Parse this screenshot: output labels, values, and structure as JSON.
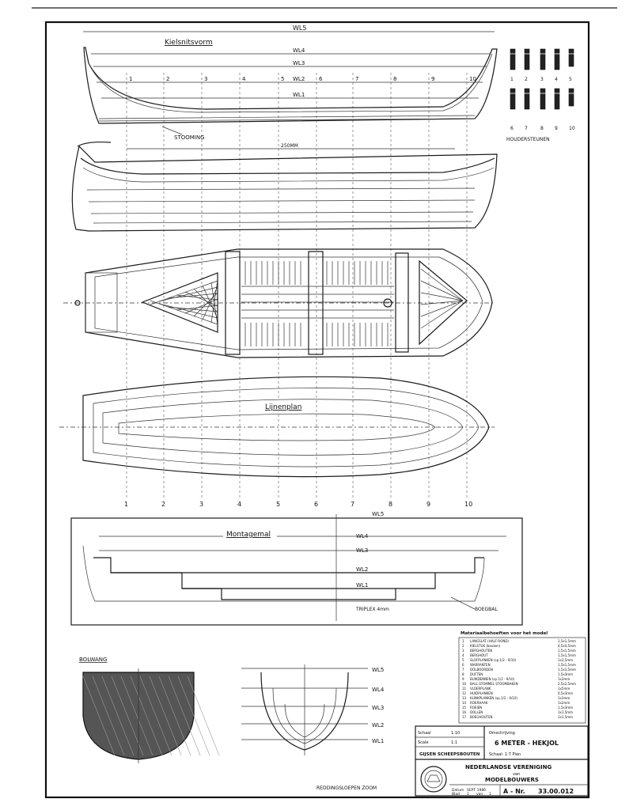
{
  "drawing": {
    "views": {
      "top_profile": {
        "label": "Kielsnitsvorm"
      },
      "side_view": {
        "label": "STOOMING",
        "dim_label": "250MM"
      },
      "lines_plan": {
        "label": "Lijnenplan"
      },
      "assembly": {
        "label": "Montagemal",
        "wood_label": "TRIPLEX 4mm",
        "keel_label": "BOEGBAL"
      },
      "section": {
        "label": "BOLWANG"
      }
    },
    "waterlines": [
      "WL5",
      "WL4",
      "WL3",
      "WL2",
      "WL1"
    ],
    "stations": [
      "1",
      "2",
      "3",
      "4",
      "5",
      "6",
      "7",
      "8",
      "9",
      "10"
    ],
    "hardware_label": "HOUDERSTEUNEN",
    "hardware_numbers": [
      "1",
      "2",
      "3",
      "4",
      "5",
      "6",
      "7",
      "8",
      "9",
      "10"
    ],
    "materials": {
      "title": "Materiaalbehoeften voor het model",
      "rows": [
        {
          "no": "1",
          "name": "LANGSLAT (HALF-ROND)",
          "size": "1,5x1,5mm"
        },
        {
          "no": "2",
          "name": "KIELSTUK (beuken)",
          "size": "4,5x4,5mm"
        },
        {
          "no": "3",
          "name": "BERGHOUTEN",
          "size": "1,5x1,5mm"
        },
        {
          "no": "4",
          "name": "BERGHOUT",
          "size": "1,5x1,5mm"
        },
        {
          "no": "5",
          "name": "SLOFPLANKEN (sp.1/2 - 9/10)",
          "size": "1x3,5mm"
        },
        {
          "no": "6",
          "name": "WARRANTEN",
          "size": "1,5x1,5mm"
        },
        {
          "no": "7",
          "name": "DOLBOORDEN",
          "size": "1,5x1,5mm"
        },
        {
          "no": "8",
          "name": "DUFTEN",
          "size": "1,5x3mm"
        },
        {
          "no": "9",
          "name": "BUIKDENNEN (sp.1/2 - 9/10)",
          "size": "1x3mm"
        },
        {
          "no": "10",
          "name": "BALL.STOMMEL STOOMBAKEN",
          "size": "2,5x2,5mm"
        },
        {
          "no": "11",
          "name": "VLOERPLANK",
          "size": "1x5mm"
        },
        {
          "no": "12",
          "name": "HUIDPLANKEN",
          "size": "0,5x3mm"
        },
        {
          "no": "13",
          "name": "KLINKPLANKEN (sp.1/2 - 9/10)",
          "size": "1x3mm"
        },
        {
          "no": "14",
          "name": "ROERHAAK",
          "size": "1x2mm"
        },
        {
          "no": "15",
          "name": "ROEIEN",
          "size": "1,5x3mm"
        },
        {
          "no": "16",
          "name": "DOLLEN",
          "size": "1x1,5mm"
        },
        {
          "no": "17",
          "name": "BOEGHOUTEN",
          "size": "1x1,5mm"
        }
      ]
    },
    "title_block": {
      "schaal_label": "Schaal",
      "schaal_value": "1:10",
      "scale_label": "Scale",
      "scale_value": "1:1",
      "ontwerper": "GIJSEN SCHEEPSBOUTEN",
      "boat_title": "6 METER - HEKJOL",
      "subtitle": "Schaal: 1:7 Plan",
      "org_line1": "NEDERLANDSE VERENIGING",
      "org_line2": "van",
      "org_line3": "MODELBOUWERS",
      "date_label": "Datum",
      "date_value": "SEPT 1986",
      "blad_label": "Blad",
      "blad_value": "1",
      "van_label": "van",
      "van_value": "1",
      "number_label": "A - Nr.",
      "number_value": "33.00.012"
    },
    "footer_text": "REDDINGSLOEPEN ZOOM"
  }
}
